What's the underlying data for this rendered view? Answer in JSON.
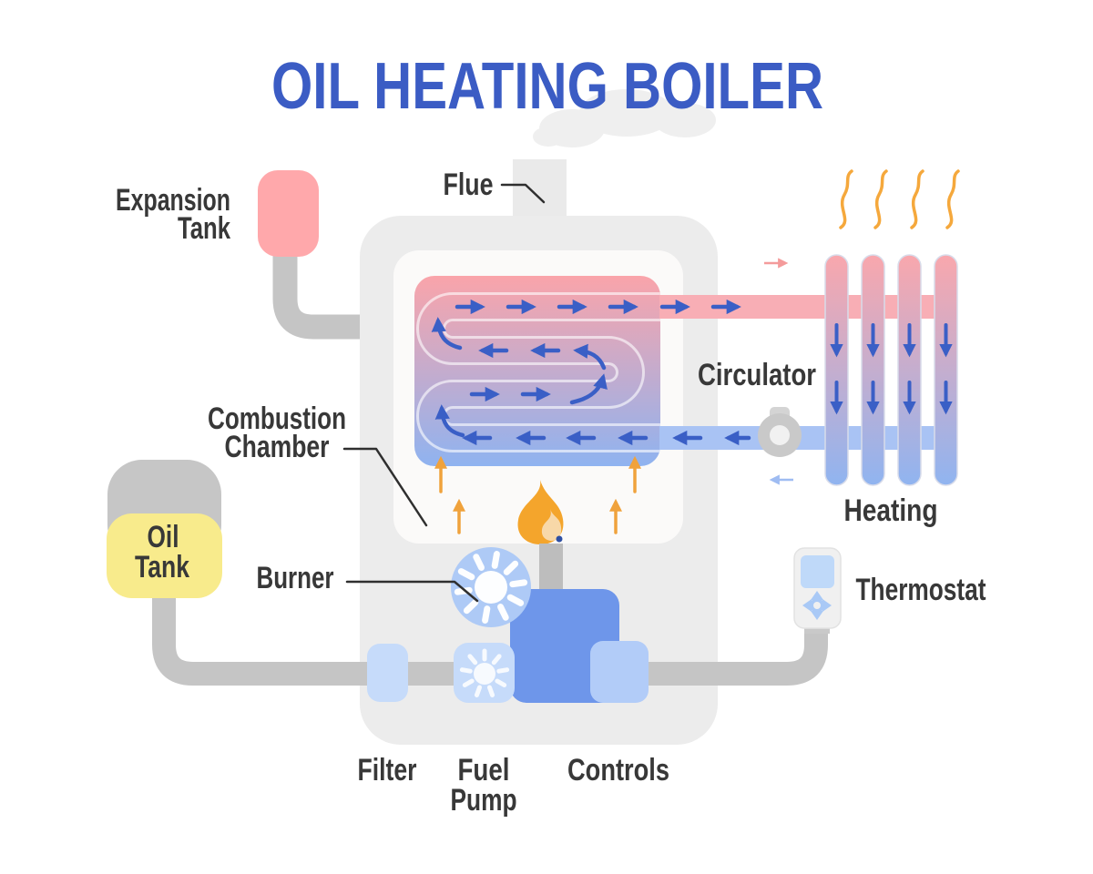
{
  "title": "OIL HEATING BOILER",
  "labels": {
    "flue": "Flue",
    "expansion_line1": "Expansion",
    "expansion_line2": "Tank",
    "combustion_line1": "Combustion",
    "combustion_line2": "Chamber",
    "circulator": "Circulator",
    "heating": "Heating",
    "oil_line1": "Oil",
    "oil_line2": "Tank",
    "burner": "Burner",
    "thermostat": "Thermostat",
    "filter": "Filter",
    "fuel_line1": "Fuel",
    "fuel_line2": "Pump",
    "controls": "Controls"
  },
  "colors": {
    "title_blue": "#3B5CC4",
    "label_text": "#383838",
    "hot_pink": "#FAA4AA",
    "cold_blue": "#8FB3F0",
    "supply_pipe_pink": "#F8AEB5",
    "return_pipe_blue": "#A9C3F4",
    "flow_arrow_blue": "#3A5FC6",
    "flame_orange": "#F2A33C",
    "pipe_gray": "#C5C5C5",
    "boiler_body_gray": "#ECECEC",
    "oil_tank_yellow": "#F8EB8C",
    "component_blue": "#6E96EA",
    "component_light_blue": "#C6DBFA",
    "expansion_tank_pink": "#FFA8AB"
  }
}
